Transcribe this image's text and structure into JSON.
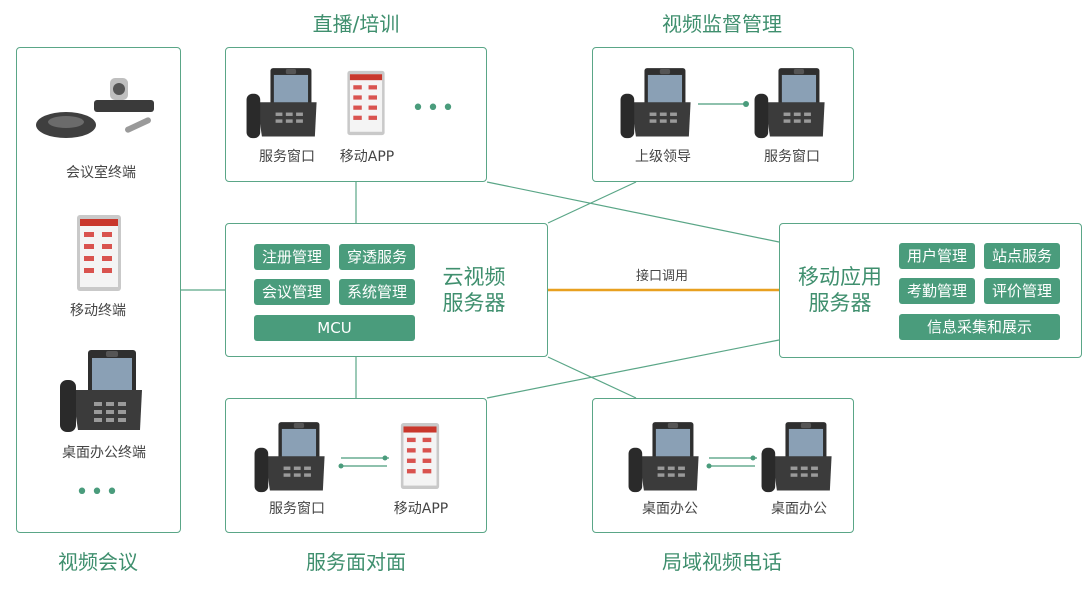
{
  "titles": {
    "video_conference": "视频会议",
    "live_training": "直播/培训",
    "video_supervision": "视频监督管理",
    "face_to_face": "服务面对面",
    "lan_video_phone": "局域视频电话"
  },
  "terminals": {
    "meeting_room": "会议室终端",
    "mobile": "移动终端",
    "desktop": "桌面办公终端",
    "more": "•••"
  },
  "live_box": {
    "service_window": "服务窗口",
    "mobile_app": "移动APP",
    "more": "•••"
  },
  "supervision_box": {
    "superior": "上级领导",
    "service_window": "服务窗口"
  },
  "face_box": {
    "service_window": "服务窗口",
    "mobile_app": "移动APP"
  },
  "lan_box": {
    "desk_a": "桌面办公",
    "desk_b": "桌面办公"
  },
  "cloud_server": {
    "name_line1": "云视频",
    "name_line2": "服务器",
    "modules": [
      "注册管理",
      "穿透服务",
      "会议管理",
      "系统管理",
      "MCU"
    ]
  },
  "mobile_server": {
    "name_line1": "移动应用",
    "name_line2": "服务器",
    "modules": [
      "用户管理",
      "站点服务",
      "考勤管理",
      "评价管理",
      "信息采集和展示"
    ]
  },
  "api_link": {
    "label": "接口调用"
  },
  "colors": {
    "accent": "#4a9c7c",
    "border": "#5aa687",
    "link": "#5aa687",
    "api": "#e8a020",
    "title": "#3f8f6e"
  },
  "icons": [
    "video-phone-icon",
    "mobile-device-icon",
    "conference-room-icon",
    "arrow-link-icon"
  ]
}
